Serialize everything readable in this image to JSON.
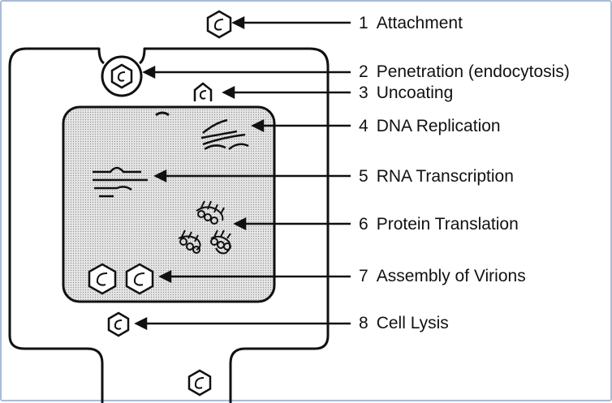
{
  "steps": [
    {
      "num": "1",
      "label": "Attachment"
    },
    {
      "num": "2",
      "label": "Penetration (endocytosis)"
    },
    {
      "num": "3",
      "label": "Uncoating"
    },
    {
      "num": "4",
      "label": "DNA Replication"
    },
    {
      "num": "5",
      "label": "RNA Transcription"
    },
    {
      "num": "6",
      "label": "Protein Translation"
    },
    {
      "num": "7",
      "label": "Assembly of Virions"
    },
    {
      "num": "8",
      "label": "Cell Lysis"
    }
  ],
  "colors": {
    "line": "#111111",
    "nucleus_fill": "#d9d9d9",
    "frame_border": "#a9bcd6"
  }
}
